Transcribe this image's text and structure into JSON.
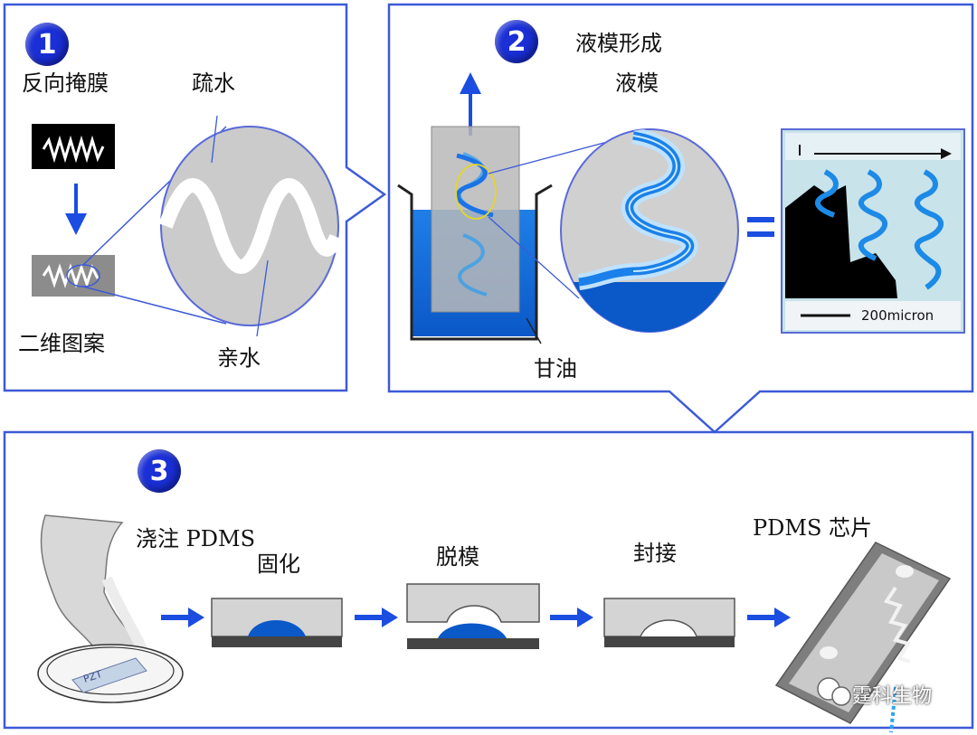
{
  "steps": [
    "1",
    "2",
    "3"
  ],
  "panel1": {
    "mask_label": "反向掩膜",
    "hydrophobic": "疏水",
    "pattern_2d": "二维图案",
    "hydrophilic": "亲水"
  },
  "panel2": {
    "title": "液模形成",
    "liquid_mold": "液模",
    "glycerol": "甘油",
    "scale_text": "200micron"
  },
  "panel3": {
    "pour": "浇注 PDMS",
    "cure": "固化",
    "demold": "脱模",
    "bond": "封接",
    "chip": "PDMS 芯片",
    "dish_text": "PZT"
  },
  "watermark": "霆科生物",
  "colors": {
    "frame": "#3d5ad8",
    "blue": "#0a5fd0",
    "arrow": "#1a4de0",
    "gray": "#cfcfcf"
  }
}
